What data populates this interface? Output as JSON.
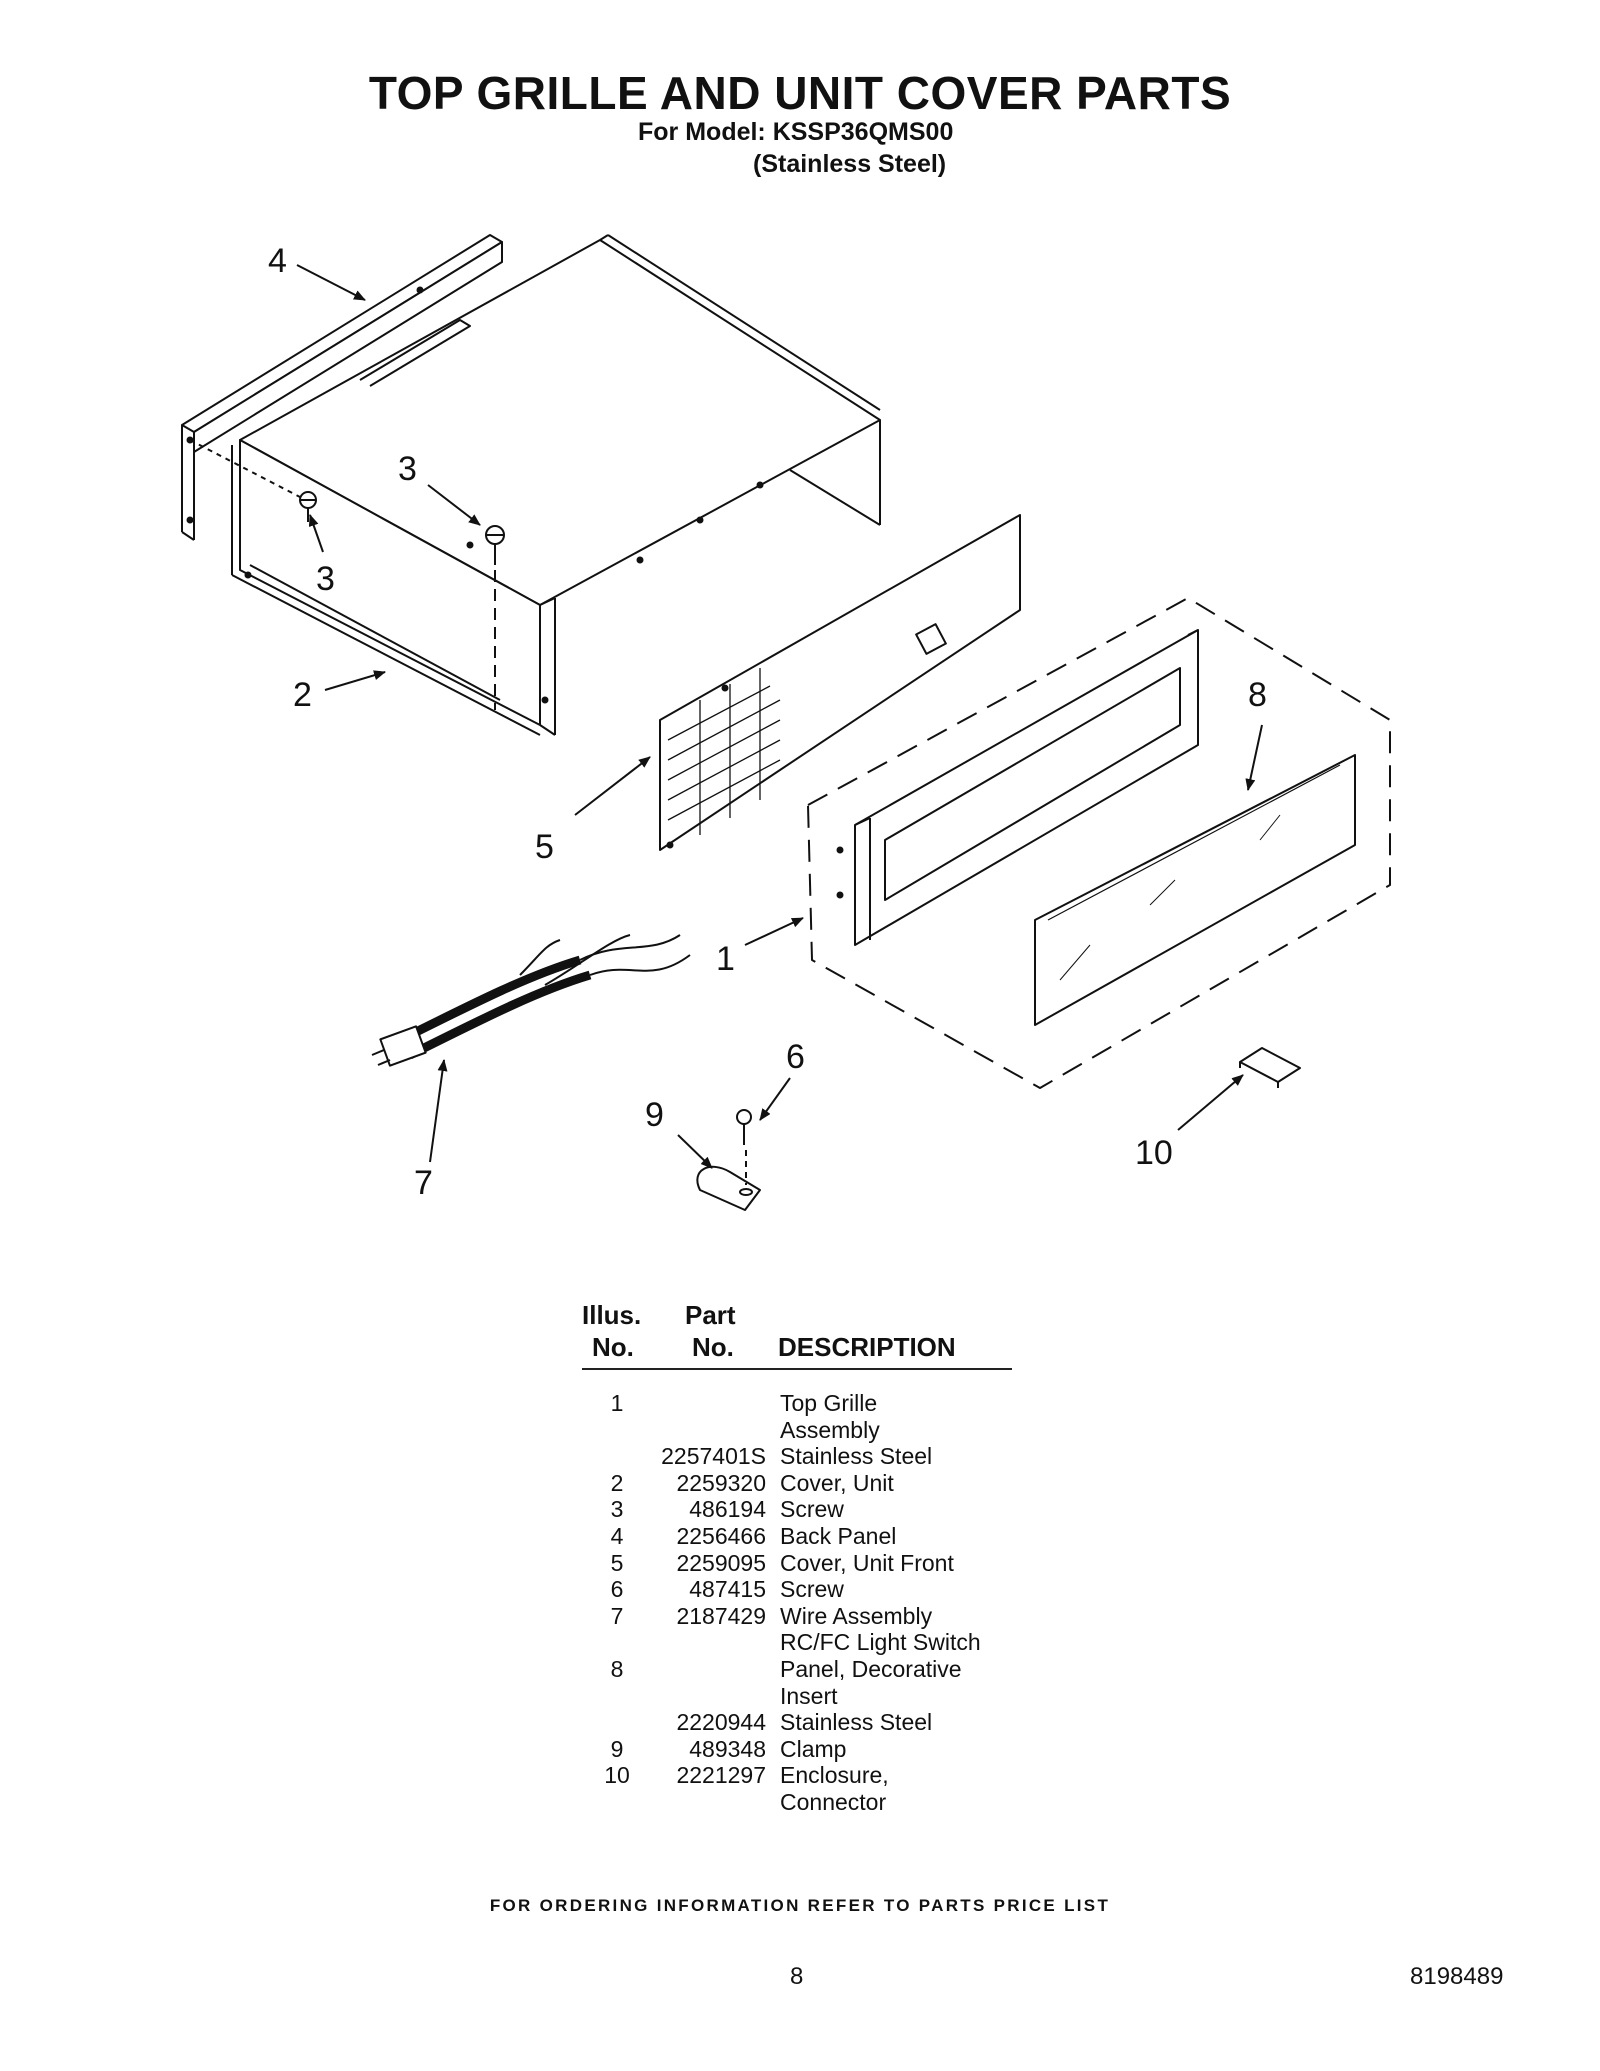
{
  "page": {
    "title": "TOP GRILLE AND UNIT COVER PARTS",
    "model_line": "For Model: KSSP36QMS00",
    "finish_line": "(Stainless Steel)"
  },
  "diagram": {
    "callouts": [
      "4",
      "3",
      "3",
      "2",
      "5",
      "8",
      "1",
      "6",
      "9",
      "10",
      "7"
    ]
  },
  "parts_table": {
    "headers": {
      "illus_top": "Illus.",
      "illus_bottom": "No.",
      "part_top": "Part",
      "part_bottom": "No.",
      "description": "DESCRIPTION"
    },
    "rows": [
      {
        "illus": "1",
        "part": "",
        "desc": "Top Grille"
      },
      {
        "illus": "",
        "part": "",
        "desc": "Assembly"
      },
      {
        "illus": "",
        "part": "2257401S",
        "desc": "Stainless Steel"
      },
      {
        "illus": "2",
        "part": "2259320",
        "desc": "Cover, Unit"
      },
      {
        "illus": "3",
        "part": "486194",
        "desc": "Screw"
      },
      {
        "illus": "4",
        "part": "2256466",
        "desc": "Back Panel"
      },
      {
        "illus": "5",
        "part": "2259095",
        "desc": "Cover, Unit Front"
      },
      {
        "illus": "6",
        "part": "487415",
        "desc": "Screw"
      },
      {
        "illus": "7",
        "part": "2187429",
        "desc": "Wire Assembly"
      },
      {
        "illus": "",
        "part": "",
        "desc": "RC/FC Light Switch"
      },
      {
        "illus": "8",
        "part": "",
        "desc": "Panel, Decorative"
      },
      {
        "illus": "",
        "part": "",
        "desc": "Insert"
      },
      {
        "illus": "",
        "part": "2220944",
        "desc": "Stainless Steel"
      },
      {
        "illus": "9",
        "part": "489348",
        "desc": "Clamp"
      },
      {
        "illus": "10",
        "part": "2221297",
        "desc": "Enclosure,"
      },
      {
        "illus": "",
        "part": "",
        "desc": "Connector"
      }
    ]
  },
  "footer": {
    "note": "FOR ORDERING INFORMATION REFER TO PARTS PRICE LIST",
    "page_number": "8",
    "document_number": "8198489"
  }
}
